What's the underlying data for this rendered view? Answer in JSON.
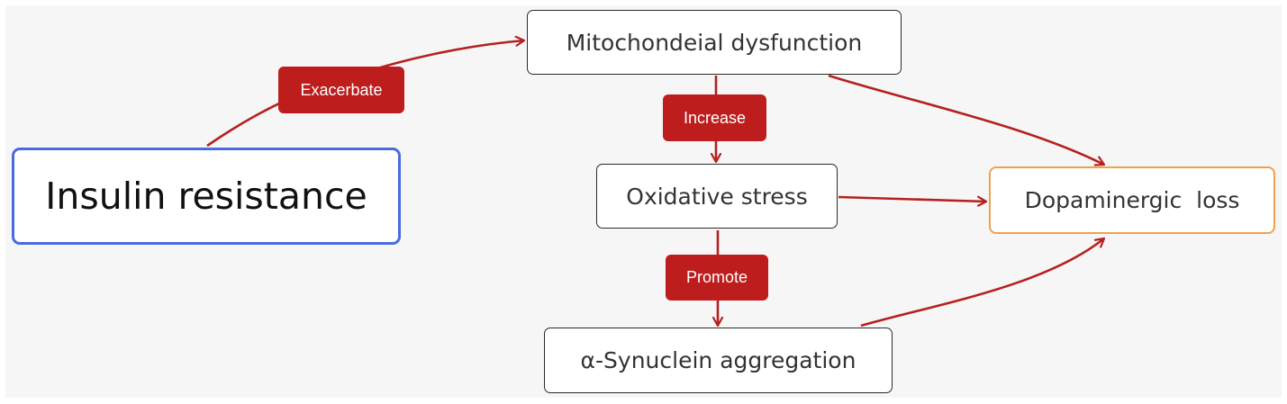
{
  "colors": {
    "arrow": "#b52020",
    "tag_fill": "#bd1d1d",
    "insulin_border": "#4a6ae0",
    "dopamine_border": "#f0a14d",
    "node_border": "#2a2a2a",
    "background": "#f6f6f6"
  },
  "nodes": {
    "insulin_resistance": "Insulin resistance",
    "mitochondrial_dysfunction": "Mitochondeial dysfunction",
    "oxidative_stress": "Oxidative stress",
    "alpha_synuclein": "α-Synuclein aggregation",
    "dopaminergic_loss": "Dopaminergic  loss"
  },
  "relations": {
    "exacerbate": "Exacerbate",
    "increase": "Increase",
    "promote": "Promote"
  },
  "edges": [
    {
      "from": "insulin_resistance",
      "to": "mitochondrial_dysfunction",
      "label": "exacerbate"
    },
    {
      "from": "mitochondrial_dysfunction",
      "to": "oxidative_stress",
      "label": "increase"
    },
    {
      "from": "oxidative_stress",
      "to": "alpha_synuclein",
      "label": "promote"
    },
    {
      "from": "mitochondrial_dysfunction",
      "to": "dopaminergic_loss",
      "label": ""
    },
    {
      "from": "oxidative_stress",
      "to": "dopaminergic_loss",
      "label": ""
    },
    {
      "from": "alpha_synuclein",
      "to": "dopaminergic_loss",
      "label": ""
    }
  ]
}
